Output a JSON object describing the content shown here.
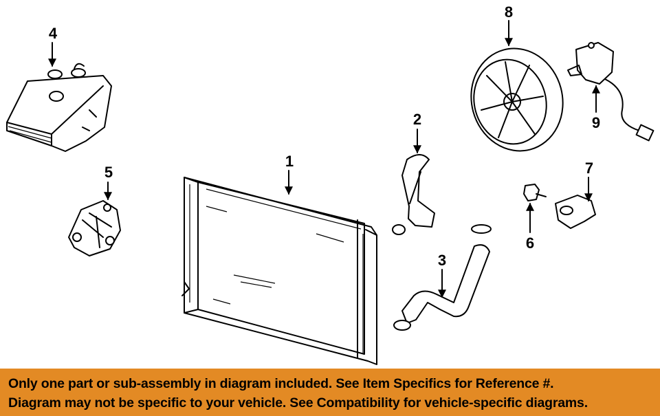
{
  "callouts": {
    "c1": "1",
    "c2": "2",
    "c3": "3",
    "c4": "4",
    "c5": "5",
    "c6": "6",
    "c7": "7",
    "c8": "8",
    "c9": "9"
  },
  "notice": {
    "line1": "Only one part or sub-assembly in diagram included. See Item Specifics for Reference #.",
    "line2": "Diagram may not be specific to your vehicle. See Compatibility for vehicle-specific diagrams."
  },
  "colors": {
    "banner_background": "#e38a24",
    "line_art": "#000000",
    "background": "#ffffff"
  }
}
